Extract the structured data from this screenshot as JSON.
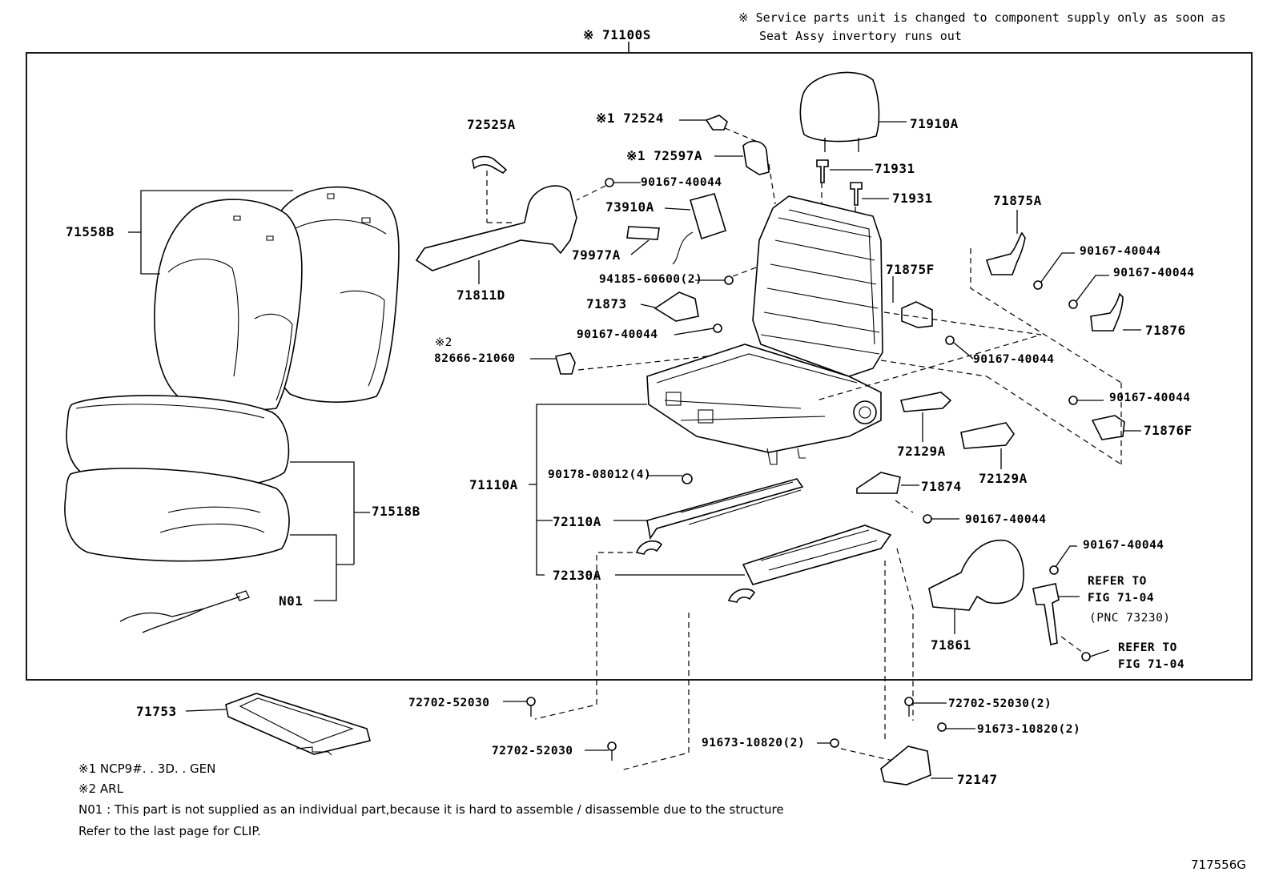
{
  "header": {
    "assembly_label": "※ 71100S",
    "service_note_line1": "※ Service parts unit is changed to component supply only as soon as",
    "service_note_line2": "Seat Assy invertory runs out"
  },
  "labels": {
    "p72525A": "72525A",
    "p72524": "※1 72524",
    "p72597A": "※1 72597A",
    "p71910A": "71910A",
    "p71931a": "71931",
    "p71931b": "71931",
    "p90167_a": "90167-40044",
    "p73910A": "73910A",
    "p79977A": "79977A",
    "p71558B": "71558B",
    "p71811D": "71811D",
    "p94185": "94185-60600(2)",
    "p71873": "71873",
    "p90167_b": "90167-40044",
    "p71875A": "71875A",
    "p90167_c": "90167-40044",
    "p90167_d": "90167-40044",
    "p71875F": "71875F",
    "p71876": "71876",
    "p90167_e": "90167-40044",
    "p90167_f": "90167-40044",
    "p71876F": "71876F",
    "p_star2": "※2",
    "p82666": "82666-21060",
    "p72129A_a": "72129A",
    "p72129A_b": "72129A",
    "p71110A": "71110A",
    "p90178": "90178-08012(4)",
    "p71874": "71874",
    "p90167_g": "90167-40044",
    "p71518B": "71518B",
    "p72110A": "72110A",
    "p90167_h": "90167-40044",
    "p72130A": "72130A",
    "p_refer1_a": "REFER TO",
    "p_refer1_b": "FIG 71-04",
    "p_refer1_c": "(PNC 73230)",
    "p_refer2_a": "REFER TO",
    "p_refer2_b": "FIG 71-04",
    "pN01": "N01",
    "p71861": "71861",
    "p71753": "71753",
    "p72702_a": "72702-52030",
    "p72702_b": "72702-52030(2)",
    "p91673_a": "91673-10820(2)",
    "p91673_b": "91673-10820(2)",
    "p72702_c": "72702-52030",
    "p72147": "72147"
  },
  "footnotes": {
    "n1": "※1  NCP9#. . 3D. . GEN",
    "n2": "※2  ARL",
    "n3": "N01 : This part is not supplied as an individual part,because it is hard to assemble / disassemble due to the structure",
    "n4": "Refer to the last page for CLIP."
  },
  "figure_id": "717556G"
}
